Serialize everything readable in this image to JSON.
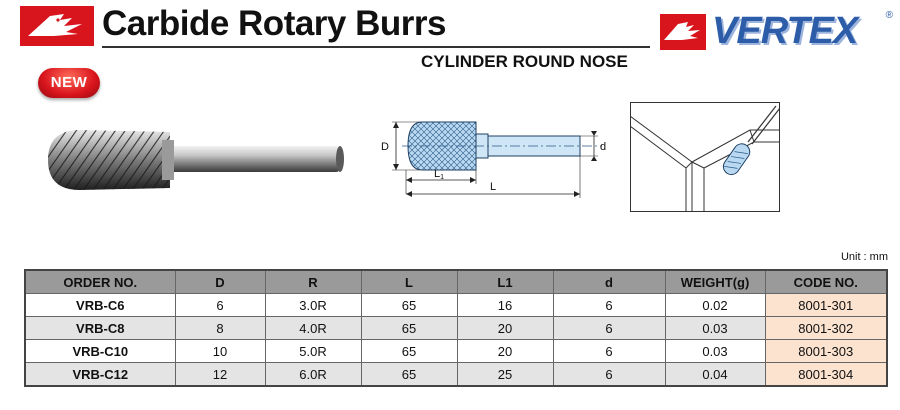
{
  "header": {
    "title": "Carbide Rotary Burrs",
    "subtitle": "CYLINDER ROUND NOSE",
    "brand": "VERTEX",
    "brand_registered": "®",
    "badge": "NEW"
  },
  "diagram": {
    "label_D": "D",
    "label_d": "d",
    "label_L1": "L",
    "label_L1_sub": "1",
    "label_L": "L"
  },
  "unit_note": "Unit : mm",
  "table": {
    "columns": [
      "ORDER NO.",
      "D",
      "R",
      "L",
      "L1",
      "d",
      "WEIGHT(g)",
      "CODE NO."
    ],
    "rows": [
      [
        "VRB-C6",
        "6",
        "3.0R",
        "65",
        "16",
        "6",
        "0.02",
        "8001-301"
      ],
      [
        "VRB-C8",
        "8",
        "4.0R",
        "65",
        "20",
        "6",
        "0.03",
        "8001-302"
      ],
      [
        "VRB-C10",
        "10",
        "5.0R",
        "65",
        "20",
        "6",
        "0.03",
        "8001-303"
      ],
      [
        "VRB-C12",
        "12",
        "6.0R",
        "65",
        "25",
        "6",
        "0.04",
        "8001-304"
      ]
    ]
  },
  "colors": {
    "brand_red": "#d8141c",
    "brand_blue": "#2d5ca8",
    "header_gray": "#9a9a9a",
    "code_peach": "#fbe3cf"
  },
  "icons": {
    "logo": "eagle-logo-icon",
    "brand_mark": "eagle-logo-icon"
  }
}
